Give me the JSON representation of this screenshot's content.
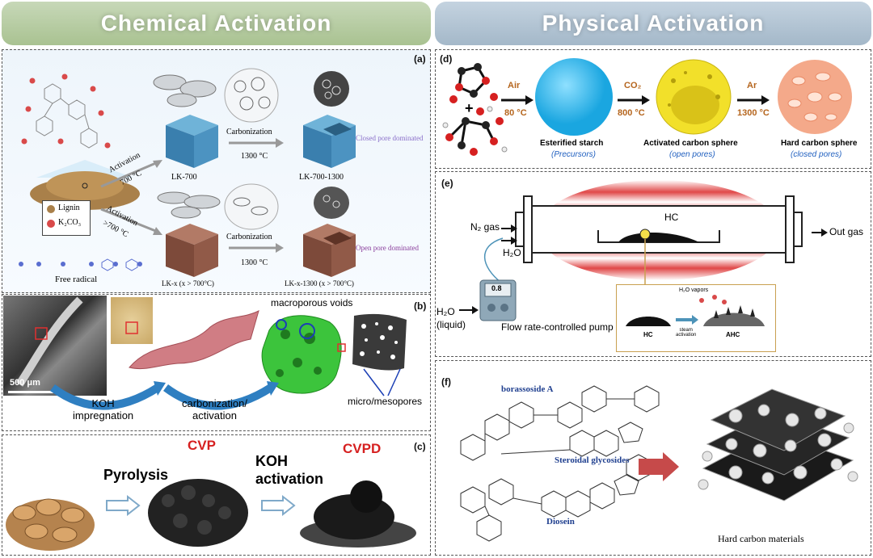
{
  "headers": {
    "left": "Chemical Activation",
    "right": "Physical Activation"
  },
  "panel_labels": {
    "a": "(a)",
    "b": "(b)",
    "c": "(c)",
    "d": "(d)",
    "e": "(e)",
    "f": "(f)"
  },
  "panel_a": {
    "legend_lignin": "Lignin",
    "legend_k2co3": "K₂CO₃",
    "free_radical": "Free radical",
    "activation_top": "Activation",
    "temp_top": "700 °C",
    "activation_bottom": "Activation",
    "temp_bottom": ">700 °C",
    "lk700": "LK-700",
    "carbonization_top": "Carbonization",
    "c1300_top": "1300 °C",
    "lk700_1300": "LK-700-1300",
    "closed_pore": "Closed pore dominated",
    "lkx": "LK-x (x > 700°C)",
    "carbonization_bottom": "Carbonization",
    "c1300_bottom": "1300 °C",
    "lkx_1300": "LK-x-1300 (x > 700°C)",
    "open_pore": "Open pore dominated"
  },
  "panel_b": {
    "scale": "500 μm",
    "koh_impregnation": "KOH\nimpregnation",
    "carbonization_activation": "carbonization/\nactivation",
    "macroporous": "macroporous voids",
    "micro_meso": "micro/mesopores"
  },
  "panel_c": {
    "pyrolysis": "Pyrolysis",
    "cvp": "CVP",
    "koh_activation": "KOH\nactivation",
    "cvpd": "CVPD"
  },
  "panel_d": {
    "plus": "+",
    "air": "Air",
    "air_temp": "80 °C",
    "co2": "CO₂",
    "co2_temp": "800 °C",
    "ar": "Ar",
    "ar_temp": "1300 °C",
    "esterified_starch": "Esterified starch",
    "precursors": "(Precursors)",
    "activated_sphere": "Activated carbon sphere",
    "open_pores": "(open pores)",
    "hard_sphere": "Hard carbon sphere",
    "closed_pores": "(closed pores)"
  },
  "panel_e": {
    "n2_gas": "N₂ gas",
    "h2o": "H₂O",
    "hc": "HC",
    "out_gas": "Out gas",
    "pump_reading": "0.8",
    "h2o_liquid": "H₂O\n(liquid)",
    "pump_label": "Flow rate-controlled pump",
    "vapors": "H₂O vapors",
    "inset_hc": "HC",
    "steam_activation": "steam\nactivation",
    "inset_ahc": "AHC"
  },
  "panel_f": {
    "borassoside": "borassoside A",
    "steroidal": "Steroidal glycosides",
    "diosein": "Diosein",
    "hard_carbon": "Hard carbon materials"
  },
  "colors": {
    "header_left": "#a9c291",
    "header_right": "#a4b8c9",
    "red_label": "#d62020",
    "blue_italic": "#1f5fbf",
    "arrow_orange": "#b5651d"
  }
}
